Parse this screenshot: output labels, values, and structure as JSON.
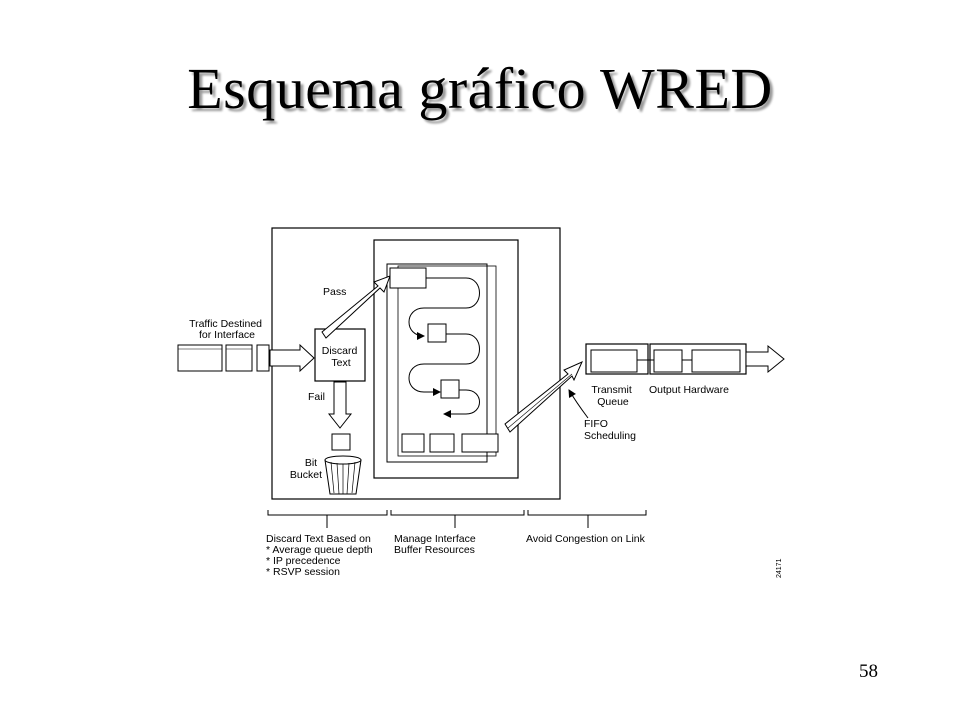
{
  "title": "Esquema gráfico WRED",
  "page_number": "58",
  "diagram": {
    "traffic_label": [
      "Traffic Destined",
      "for Interface"
    ],
    "pass_label": "Pass",
    "fail_label": "Fail",
    "discard_box_label": [
      "Discard",
      "Text"
    ],
    "bit_bucket_label": [
      "Bit",
      "Bucket"
    ],
    "transmit_queue_label": [
      "Transmit",
      "Queue"
    ],
    "output_hardware_label": "Output Hardware",
    "fifo_label": [
      "FIFO",
      "Scheduling"
    ],
    "bottom_discard_label": [
      "Discard Text Based on",
      "* Average queue depth",
      "* IP precedence",
      "* RSVP session"
    ],
    "bottom_manage_label": [
      "Manage Interface",
      "Buffer Resources"
    ],
    "bottom_avoid_label": "Avoid Congestion on Link",
    "figure_id": "24171"
  }
}
